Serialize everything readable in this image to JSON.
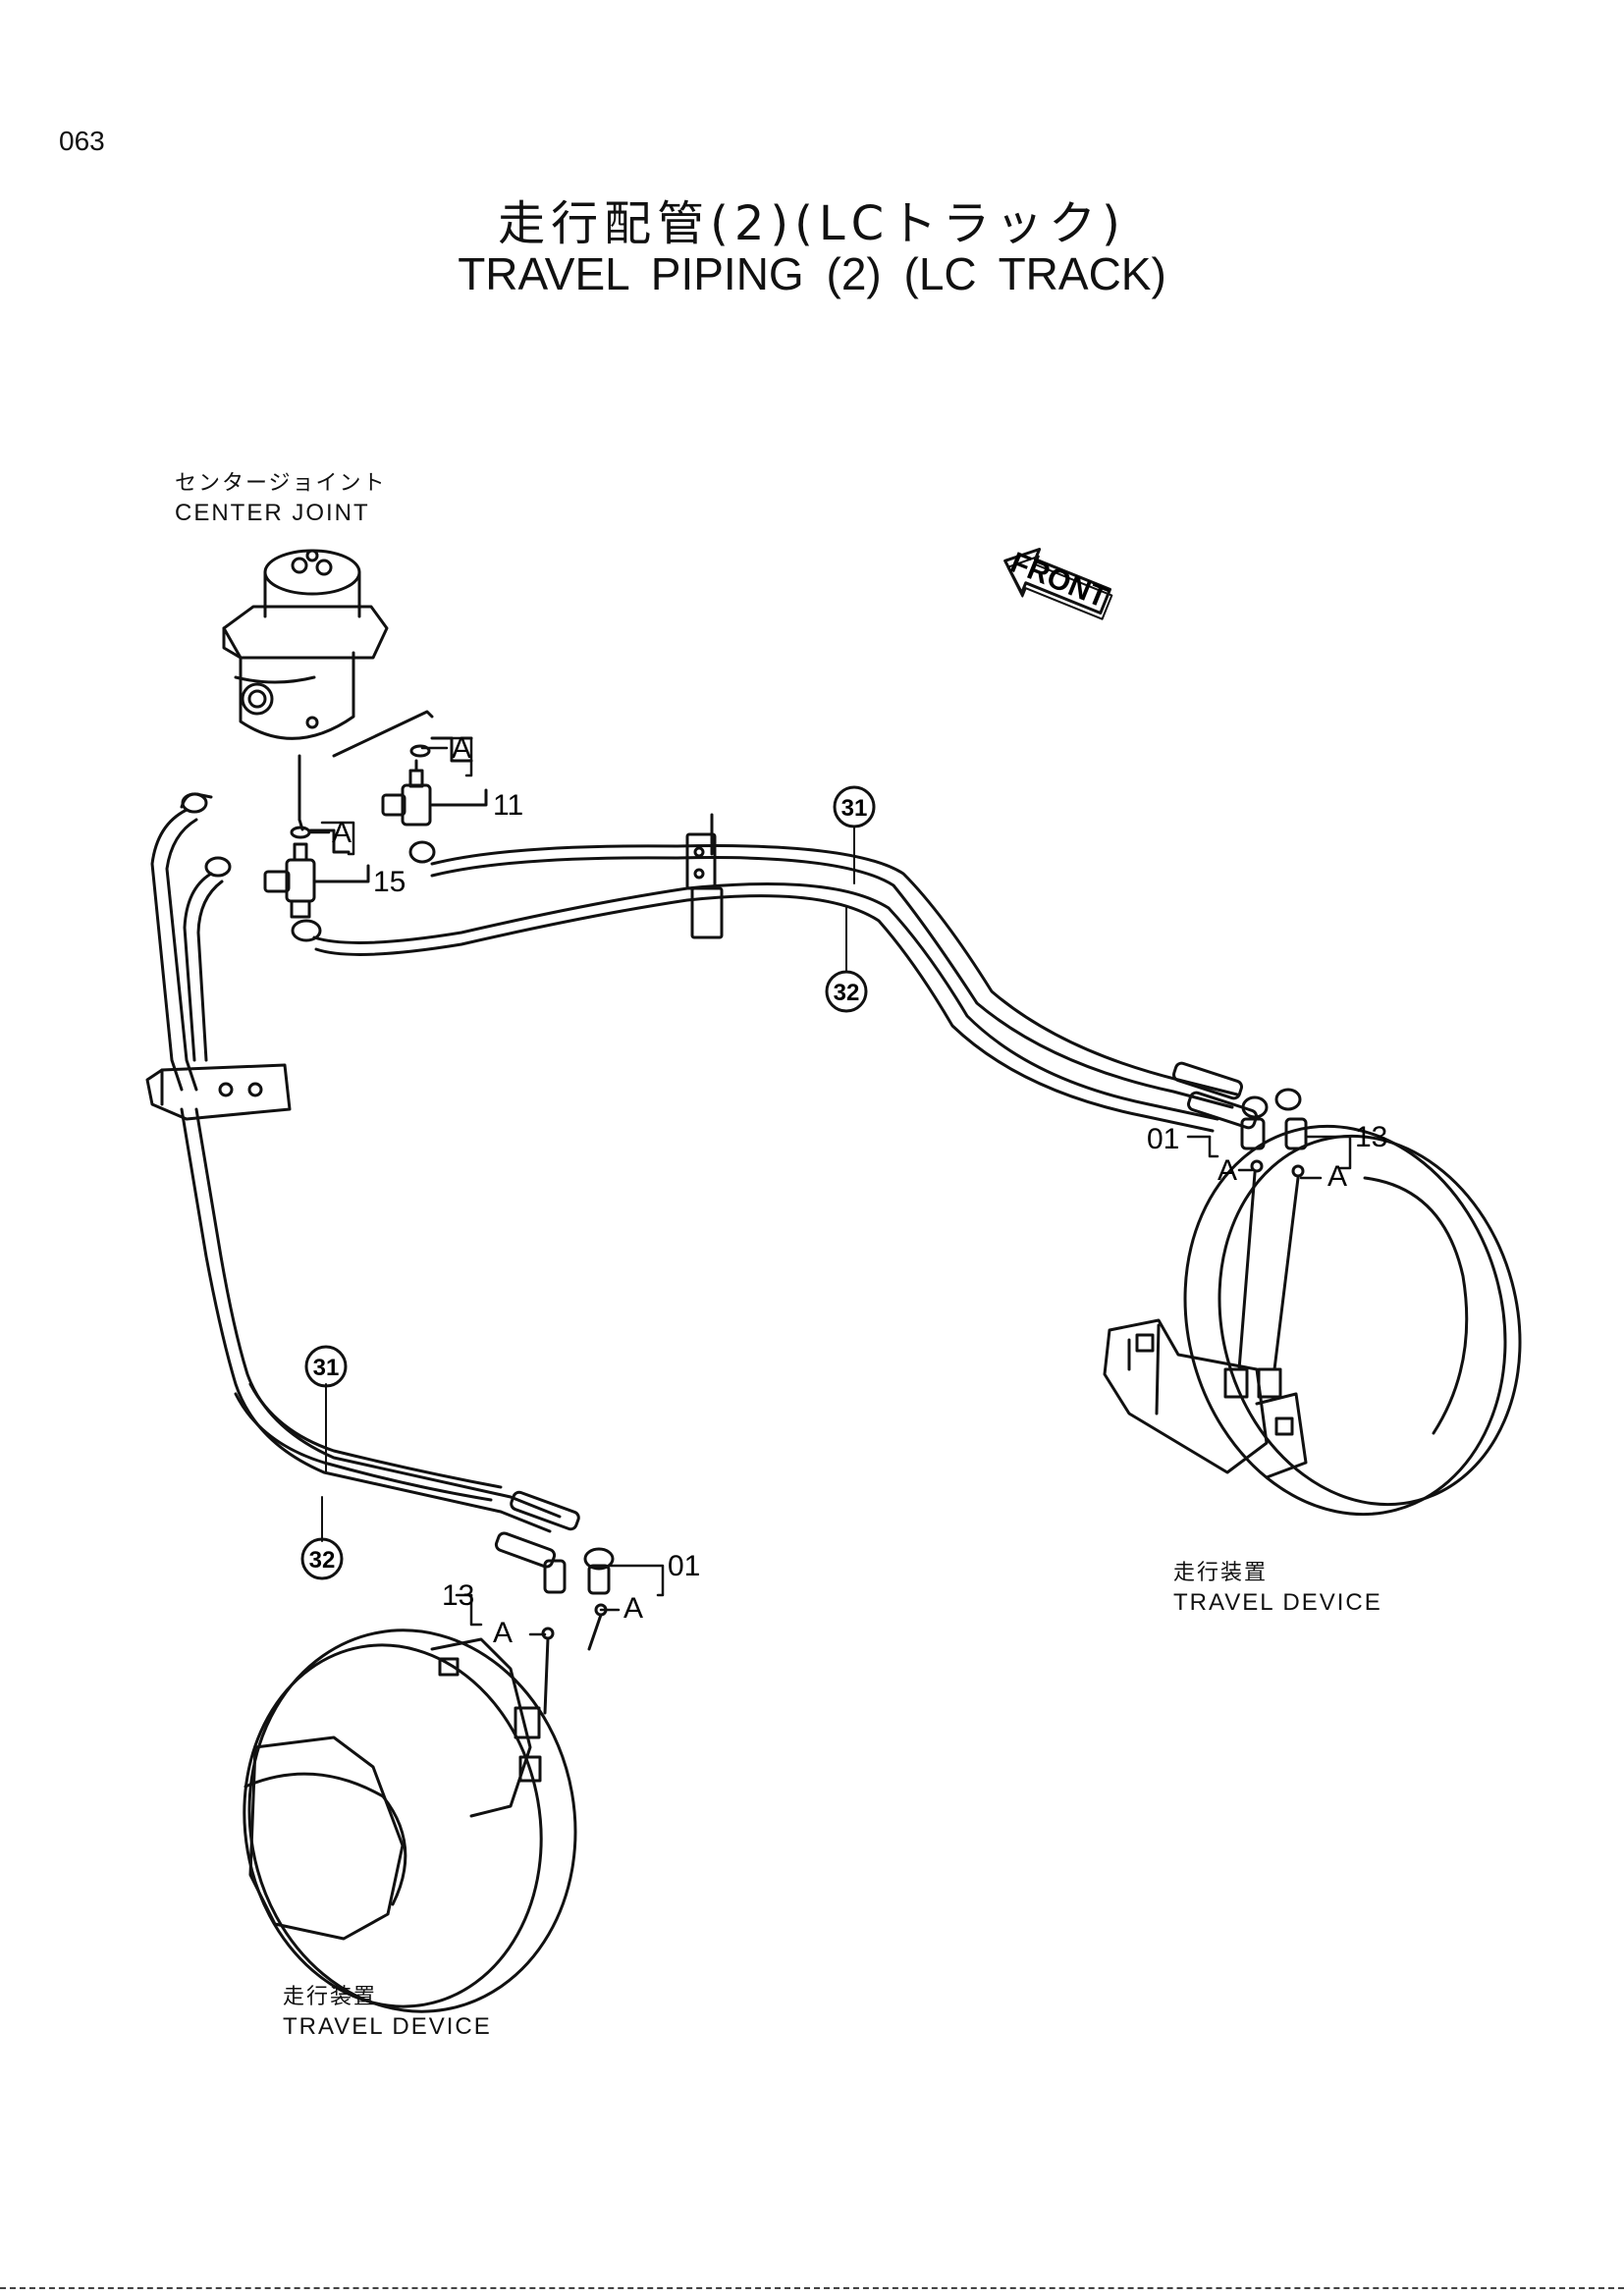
{
  "page_number": "063",
  "title": {
    "jp": "走行配管(2)(LCトラック)",
    "en": "TRAVEL   PIPING (2) (LC   TRACK)"
  },
  "labels": {
    "center_joint_jp": "センタージョイント",
    "center_joint_en": "CENTER JOINT",
    "travel_device_jp": "走行装置",
    "travel_device_en": "TRAVEL DEVICE",
    "front": "FRONT",
    "detail_a": "A"
  },
  "callouts": {
    "part_11": "11",
    "part_15": "15",
    "part_01": "01",
    "part_13": "13",
    "part_31": "31",
    "part_32": "32"
  }
}
